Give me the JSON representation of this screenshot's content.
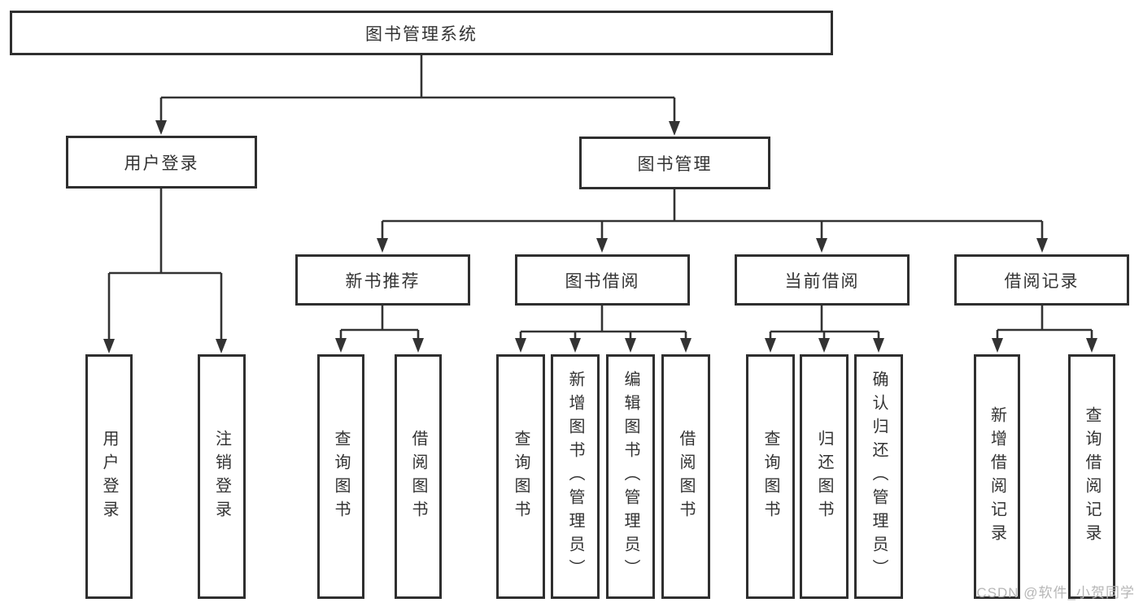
{
  "diagram": {
    "title": "图书管理系统",
    "branches": [
      {
        "label": "用户登录",
        "leaves": [
          "用户登录",
          "注销登录"
        ]
      },
      {
        "label": "图书管理",
        "sub": [
          {
            "label": "新书推荐",
            "leaves": [
              "查询图书",
              "借阅图书"
            ]
          },
          {
            "label": "图书借阅",
            "leaves": [
              "查询图书",
              "新增图书（管理员）",
              "编辑图书（管理员）",
              "借阅图书"
            ]
          },
          {
            "label": "当前借阅",
            "leaves": [
              "查询图书",
              "归还图书",
              "确认归还（管理员）"
            ]
          },
          {
            "label": "借阅记录",
            "leaves": [
              "新增借阅记录",
              "查询借阅记录"
            ]
          }
        ]
      }
    ]
  },
  "watermark": {
    "text": "CSDN @软件_小贺同学"
  },
  "colors": {
    "line": "#333333",
    "box_border": "#2f2f2f",
    "text": "#333333",
    "watermark": "#b6b6b6",
    "background": "#ffffff"
  }
}
